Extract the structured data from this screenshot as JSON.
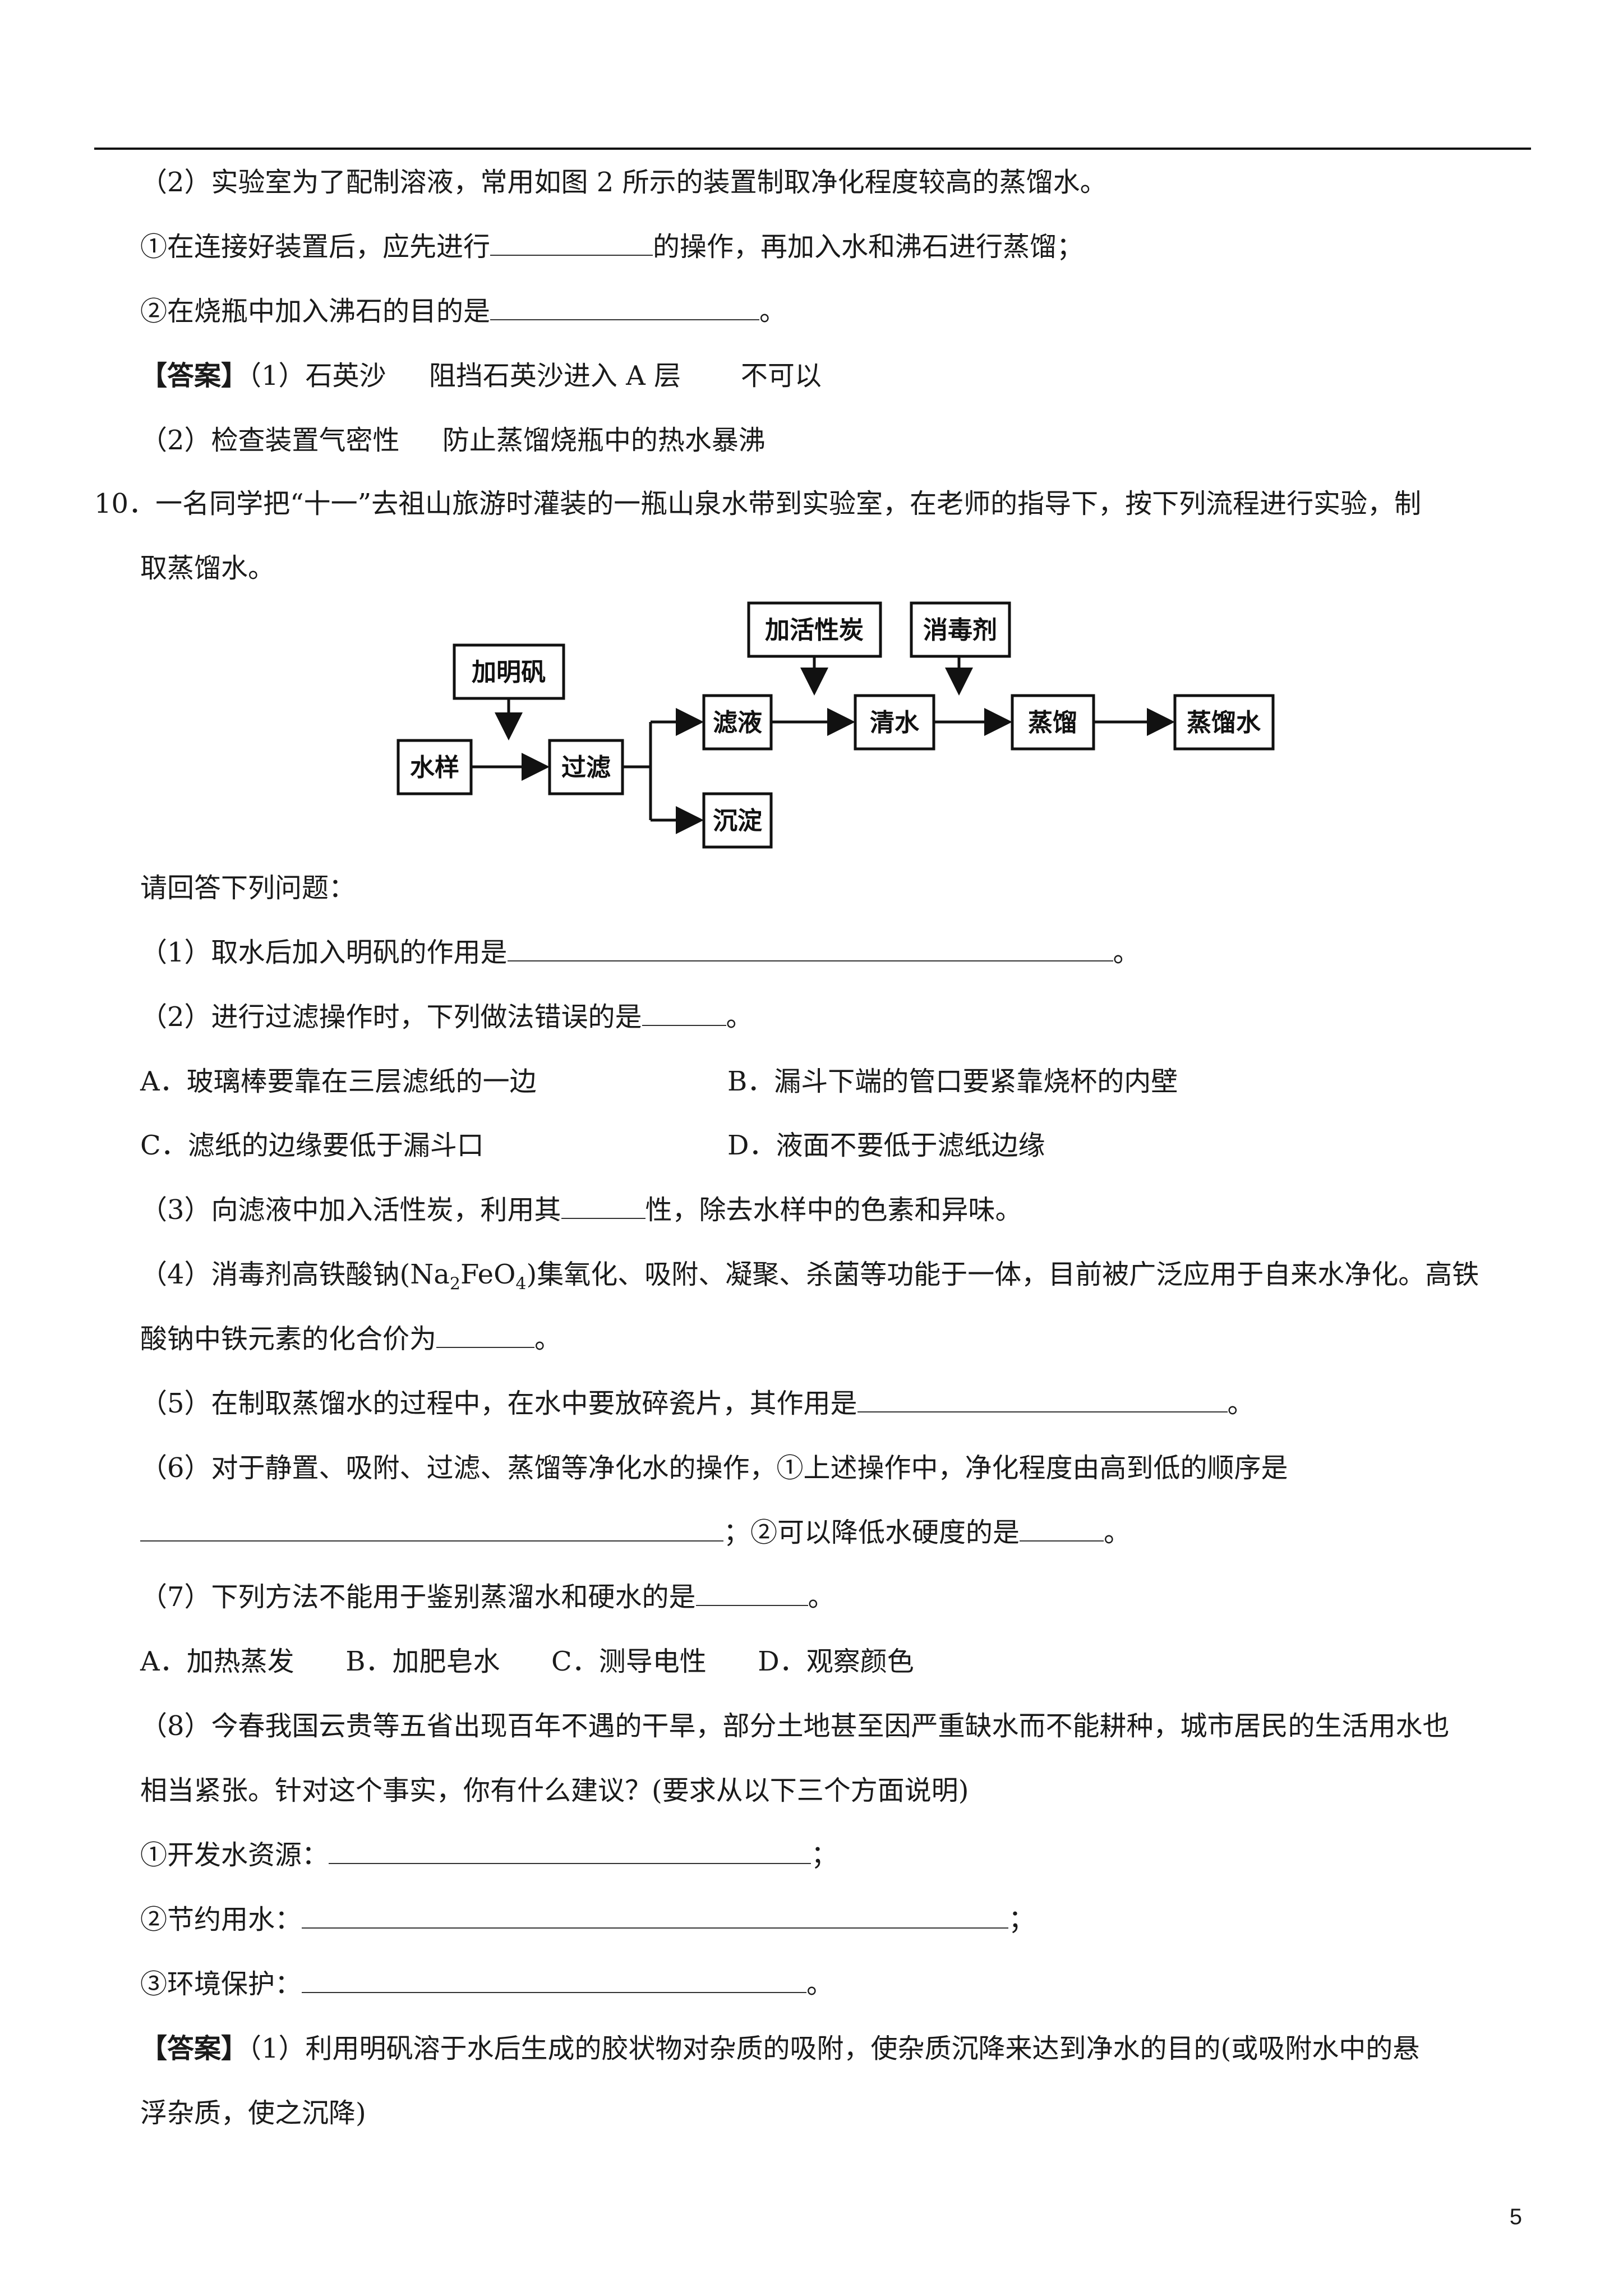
{
  "q9_part2": {
    "intro": "（2）实验室为了配制溶液，常用如图 2 所示的装置制取净化程度较高的蒸馏水。",
    "step1_pre": "①在连接好装置后，应先进行",
    "step1_post": "的操作，再加入水和沸石进行蒸馏；",
    "step2_pre": "②在烧瓶中加入沸石的目的是",
    "step2_post": "。",
    "answer_label": "【答案】",
    "answer_1": "（1）石英沙     阻挡石英沙进入 A 层       不可以",
    "answer_2": "（2）检查装置气密性     防止蒸馏烧瓶中的热水暴沸"
  },
  "q10": {
    "stem_1": "10．一名同学把“十一”去祖山旅游时灌装的一瓶山泉水带到实验室，在老师的指导下，按下列流程进行实验，制",
    "stem_2": "取蒸馏水。",
    "flow": {
      "alum": "加明矾",
      "water_sample": "水样",
      "filter": "过滤",
      "filtrate": "滤液",
      "precipitate": "沉淀",
      "carbon": "加活性炭",
      "clear_water": "清水",
      "disinfectant": "消毒剂",
      "distill": "蒸馏",
      "distilled_water": "蒸馏水"
    },
    "prompt": "请回答下列问题：",
    "p1_pre": "（1）取水后加入明矾的作用是",
    "p1_post": "。",
    "p2_pre": "（2）进行过滤操作时，下列做法错误的是",
    "p2_post": "。",
    "p2_A": "A．玻璃棒要靠在三层滤纸的一边",
    "p2_B": "B．漏斗下端的管口要紧靠烧杯的内壁",
    "p2_C": "C．滤纸的边缘要低于漏斗口",
    "p2_D": "D．液面不要低于滤纸边缘",
    "p3_pre": "（3）向滤液中加入活性炭，利用其",
    "p3_post": "性，除去水样中的色素和异味。",
    "p4_pre": "（4）消毒剂高铁酸钠(Na",
    "p4_sub1": "2",
    "p4_mid": "FeO",
    "p4_sub2": "4",
    "p4_post": ")集氧化、吸附、凝聚、杀菌等功能于一体，目前被广泛应用于自来水净化。高铁",
    "p4_line2_pre": "酸钠中铁元素的化合价为",
    "p4_line2_post": "。",
    "p5_pre": "（5）在制取蒸馏水的过程中，在水中要放碎瓷片，其作用是",
    "p5_post": "。",
    "p6_line1": "（6）对于静置、吸附、过滤、蒸馏等净化水的操作，①上述操作中，净化程度由高到低的顺序是",
    "p6_mid": "；②可以降低水硬度的是",
    "p6_post": "。",
    "p7_pre": "（7）下列方法不能用于鉴别蒸溜水和硬水的是",
    "p7_post": "。",
    "p7_options": "A．加热蒸发      B．加肥皂水      C．测导电性      D．观察颜色",
    "p8_line1": "（8）今春我国云贵等五省出现百年不遇的干旱，部分土地甚至因严重缺水而不能耕种，城市居民的生活用水也",
    "p8_line2": "相当紧张。针对这个事实，你有什么建议？(要求从以下三个方面说明)",
    "p8_a": "①开发水资源：",
    "p8_a_post": "；",
    "p8_b": "②节约用水：",
    "p8_b_post": "；",
    "p8_c": "③环境保护：",
    "p8_c_post": "。",
    "answer_label": "【答案】",
    "answer_1": "（1）利用明矾溶于水后生成的胶状物对杂质的吸附，使杂质沉降来达到净水的目的(或吸附水中的悬",
    "answer_2": "浮杂质，使之沉降)"
  },
  "page_number": "5"
}
